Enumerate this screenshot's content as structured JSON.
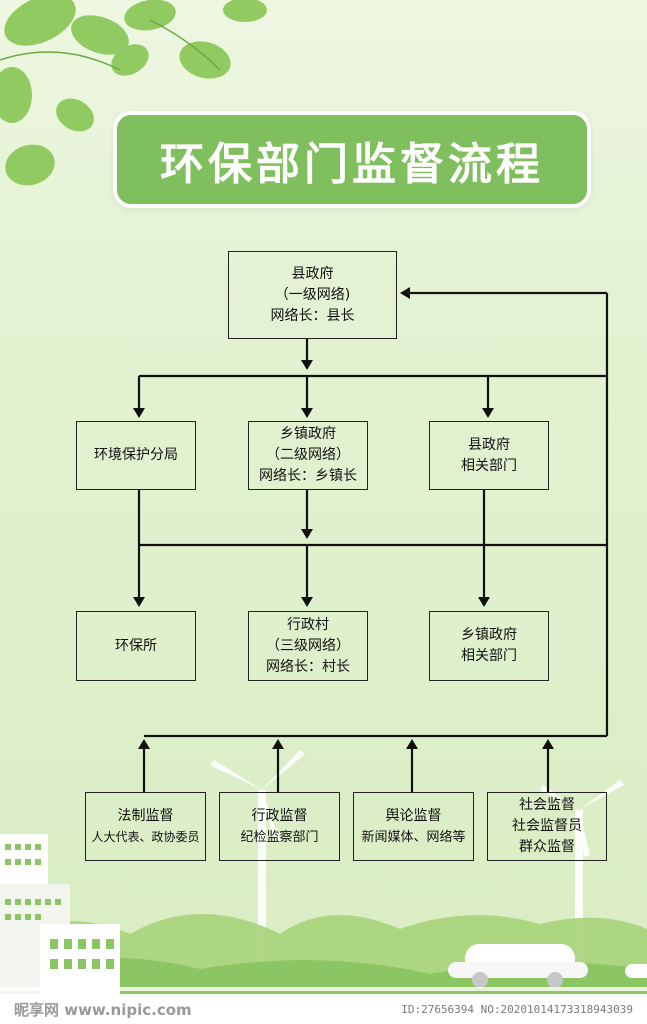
{
  "title": "环保部门监督流程",
  "nodes": {
    "county_gov": [
      "县政府",
      "（一级网络)",
      "网络长：县长"
    ],
    "env_bureau": [
      "环境保护分局"
    ],
    "township_gov": [
      "乡镇政府",
      "（二级网络）",
      "网络长：乡镇长"
    ],
    "county_depts": [
      "县政府",
      "相关部门"
    ],
    "env_station": [
      "环保所"
    ],
    "admin_village": [
      "行政村",
      "（三级网络）",
      "网络长：村长"
    ],
    "township_depts": [
      "乡镇政府",
      "相关部门"
    ],
    "legal_supervision": [
      "法制监督",
      "人大代表、政协委员"
    ],
    "admin_supervision": [
      "行政监督",
      "纪检监察部门"
    ],
    "opinion_supervision": [
      "舆论监督",
      "新闻媒体、网络等"
    ],
    "social_supervision": [
      "社会监督",
      "社会监督员",
      "群众监督"
    ]
  },
  "watermark": {
    "site": "昵享网 www.nipic.com",
    "id": "ID:27656394 NO:20201014173318943039"
  },
  "colors": {
    "title_bg": "#7fbf5e",
    "line": "#111111",
    "background": "#e3f2d2"
  }
}
